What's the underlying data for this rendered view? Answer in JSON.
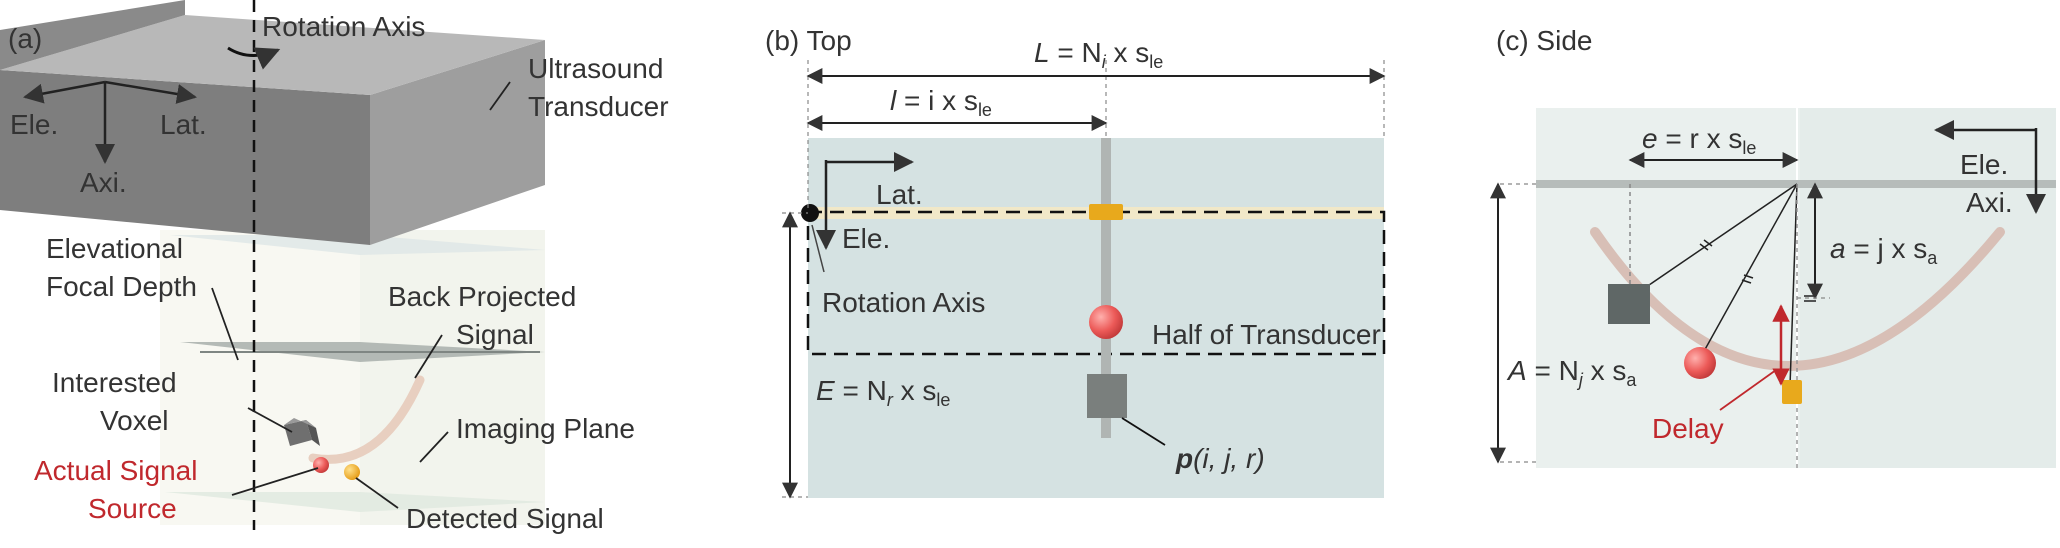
{
  "panel_a": {
    "tag": "(a)",
    "rotation_axis": "Rotation Axis",
    "transducer": [
      "Ultrasound",
      "Transducer"
    ],
    "axes": {
      "ele": "Ele.",
      "lat": "Lat.",
      "axi": "Axi."
    },
    "elevational": [
      "Elevational",
      "Focal Depth"
    ],
    "back_projected": [
      "Back Projected",
      "Signal"
    ],
    "interested_voxel": [
      "Interested",
      "Voxel"
    ],
    "imaging_plane": "Imaging Plane",
    "actual_signal": [
      "Actual Signal",
      "Source"
    ],
    "detected_signal": "Detected Signal"
  },
  "panel_b": {
    "tag": "(b) Top",
    "L_eq": {
      "var": "L",
      "rhs": " = N",
      "sub1": "i",
      "mid": " x s",
      "sub2": "le"
    },
    "l_eq": {
      "var": "l",
      "rhs": " = i x s",
      "sub2": "le"
    },
    "lat": "Lat.",
    "ele": "Ele.",
    "rotation_axis": "Rotation Axis",
    "half_transducer": "Half of Transducer",
    "E_eq": {
      "var": "E",
      "rhs": " = N",
      "sub1": "r",
      "mid": " x s",
      "sub2": "le"
    },
    "p_label": {
      "p": "p",
      "args": "(i, j, r)"
    }
  },
  "panel_c": {
    "tag": "(c) Side",
    "e_eq": {
      "var": "e",
      "rhs": " = r x s",
      "sub2": "le"
    },
    "ele": "Ele.",
    "axi": "Axi.",
    "a_eq": {
      "var": "a",
      "rhs": " = j x s",
      "sub2": "a"
    },
    "A_eq": {
      "var": "A",
      "rhs": " = N",
      "sub1": "j",
      "mid": " x s",
      "sub2": "a"
    },
    "delay": "Delay"
  },
  "colors": {
    "accent_red": "#c0282d",
    "probe_yellow": "#e8a91c",
    "plane_blue": "#d5e2e2"
  }
}
